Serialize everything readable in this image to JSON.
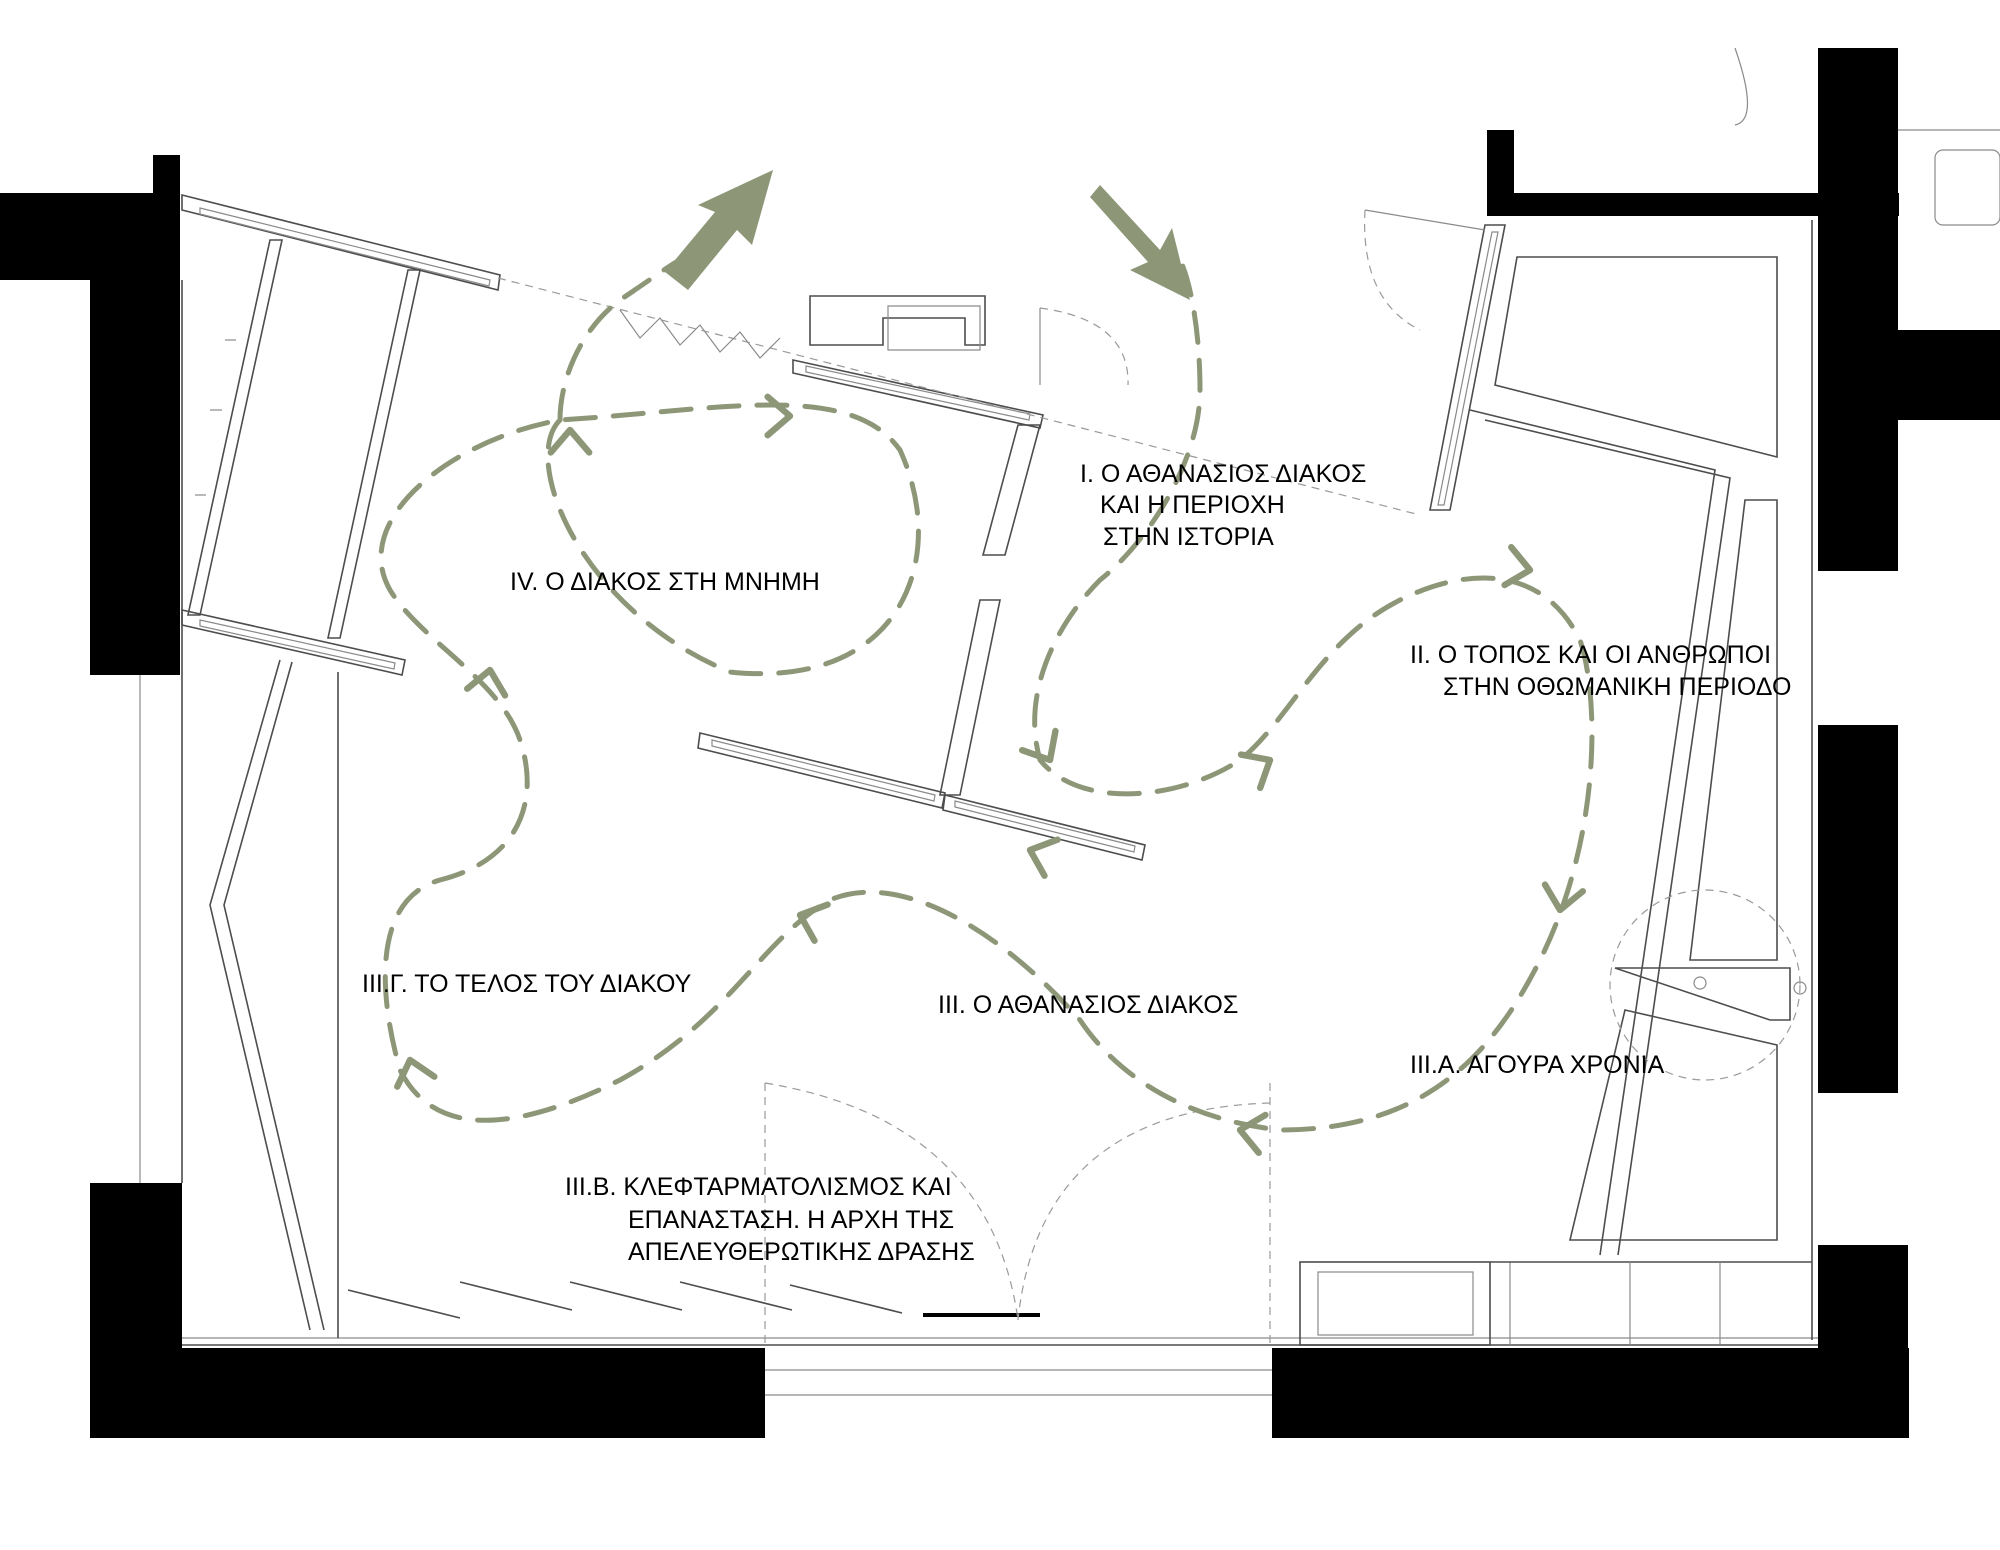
{
  "colors": {
    "wall": "#000000",
    "route": "#8d9778",
    "arrow": "#8d9778"
  },
  "labels": {
    "section_1": [
      "Ι. Ο ΑΘΑΝΑΣΙΟΣ ΔΙΑΚΟΣ",
      "ΚΑΙ Η ΠΕΡΙΟΧΗ",
      "ΣΤΗΝ ΙΣΤΟΡΙΑ"
    ],
    "section_2": [
      "ΙΙ. Ο ΤΟΠΟΣ ΚΑΙ ΟΙ ΑΝΘΡΩΠΟΙ",
      "ΣΤΗΝ ΟΘΩΜΑΝΙΚΗ ΠΕΡΙΟΔΟ"
    ],
    "section_3": "ΙΙΙ. Ο ΑΘΑΝΑΣΙΟΣ ΔΙΑΚΟΣ",
    "section_3a": "ΙΙΙ.Α. ΑΓΟΥΡΑ ΧΡΟΝΙΑ",
    "section_3b": [
      "ΙΙΙ.Β. ΚΛΕΦΤΑΡΜΑΤΟΛΙΣΜΟΣ ΚΑΙ",
      "ΕΠΑΝΑΣΤΑΣΗ. Η ΑΡΧΗ ΤΗΣ",
      "ΑΠΕΛΕΥΘΕΡΩΤΙΚΗΣ ΔΡΑΣΗΣ"
    ],
    "section_3c": "ΙΙΙ.Γ. ΤΟ ΤΕΛΟΣ ΤΟΥ ΔΙΑΚΟΥ",
    "section_4": "ΙV. Ο ΔΙΑΚΟΣ ΣΤΗ ΜΝΗΜΗ"
  },
  "icons": {
    "entry": "entry-arrow-icon",
    "exit": "exit-arrow-icon",
    "direction": "direction-chevron-icon"
  }
}
